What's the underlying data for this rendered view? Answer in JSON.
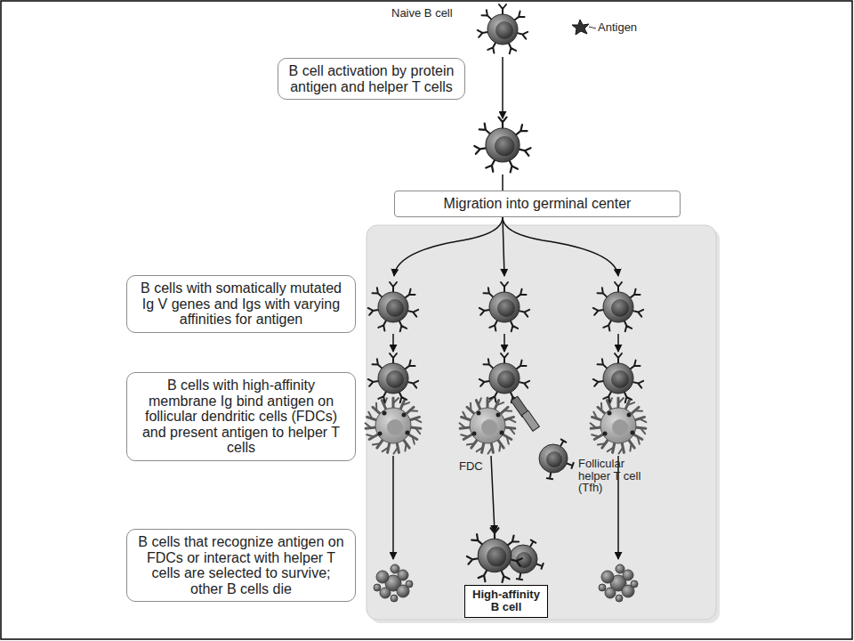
{
  "diagram": {
    "nodes": [
      {
        "text": [
          "B cell activation by protein antigen and helper T cells"
        ]
      },
      {
        "text": [
          "Migration into germinal center"
        ]
      },
      {
        "text": [
          "B cells with somatically mutated Ig V genes and Igs with varying affinities for antigen"
        ]
      },
      {
        "text": [
          "B cells with high-affinity membrane Ig bind antigen on follicular dendritic cells (FDCs) and present antigen to helper T cells"
        ]
      },
      {
        "text": [
          "B cells that recognize antigen on FDCs or interact with helper T cells are selected to survive; other B cells die"
        ]
      },
      {
        "text": [
          "High-affinity B cell"
        ]
      }
    ],
    "labels": [
      "Naive B cell",
      "Antigen",
      "FDC",
      "Follicular helper T cell (Tfh)"
    ]
  }
}
